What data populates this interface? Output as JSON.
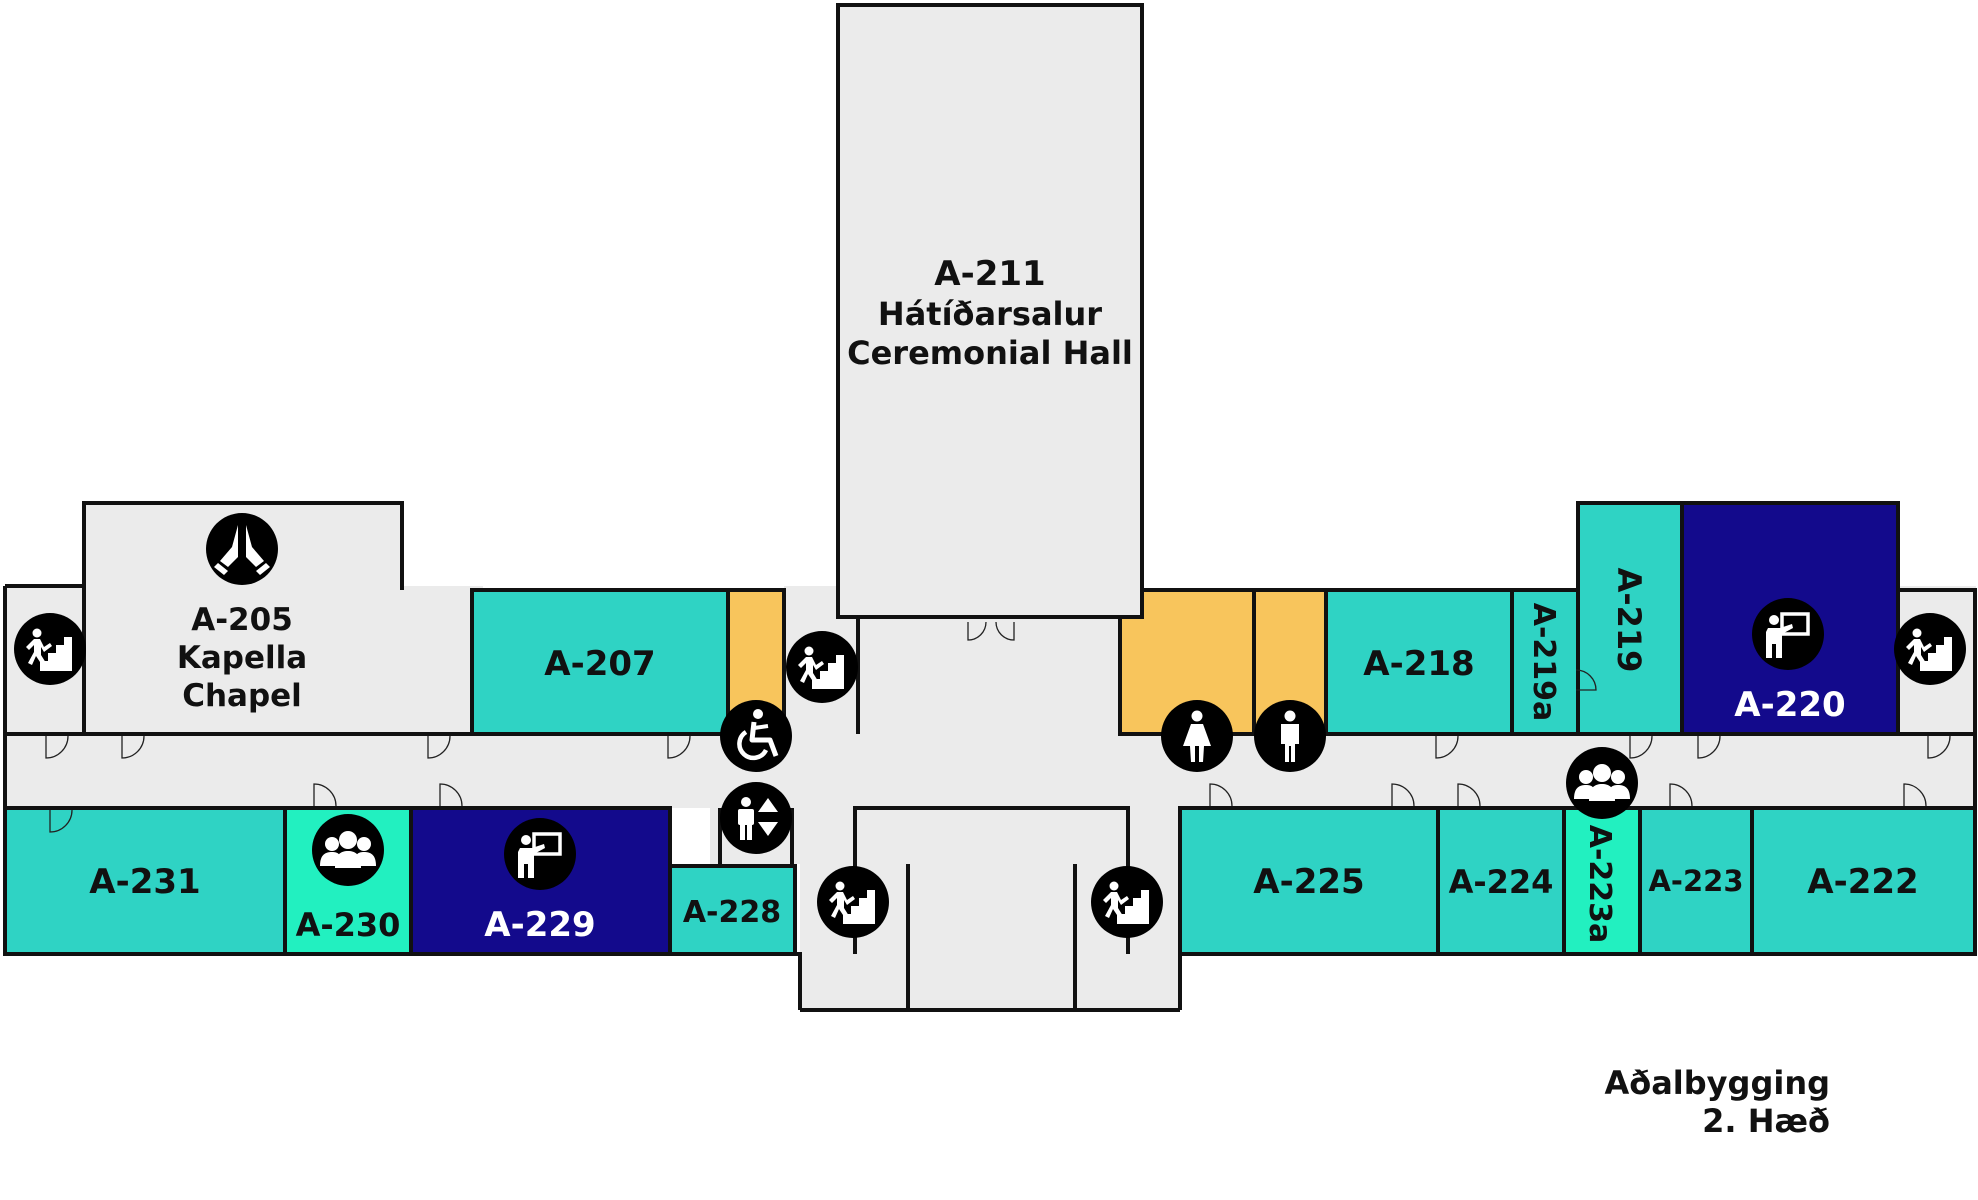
{
  "colors": {
    "corridor": "#ebebeb",
    "room_teal": "#2fd3c4",
    "room_teal_bright": "#22f0c0",
    "room_navy": "#130a8c",
    "service_yellow": "#f8c55c",
    "outline": "#111111"
  },
  "rooms": {
    "a211": {
      "id": "A-211",
      "name_is": "Hátíðarsalur",
      "name_en": "Ceremonial Hall"
    },
    "a205": {
      "id": "A-205",
      "name_is": "Kapella",
      "name_en": "Chapel"
    },
    "a207": {
      "id": "A-207"
    },
    "a218": {
      "id": "A-218"
    },
    "a219a": {
      "id": "A-219a"
    },
    "a219": {
      "id": "A-219"
    },
    "a220": {
      "id": "A-220"
    },
    "a231": {
      "id": "A-231"
    },
    "a230": {
      "id": "A-230"
    },
    "a229": {
      "id": "A-229"
    },
    "a228": {
      "id": "A-228"
    },
    "a225": {
      "id": "A-225"
    },
    "a224": {
      "id": "A-224"
    },
    "a223a": {
      "id": "A-223a"
    },
    "a223": {
      "id": "A-223"
    },
    "a222": {
      "id": "A-222"
    }
  },
  "icons": {
    "chapel": "praying-hands-icon",
    "stairs": "stairs-icon",
    "accessible": "wheelchair-icon",
    "elevator": "elevator-icon",
    "women": "womens-restroom-icon",
    "men": "mens-restroom-icon",
    "group": "group-study-icon",
    "teaching": "teaching-room-icon"
  },
  "caption": {
    "building": "Aðalbygging",
    "floor": "2. Hæð"
  }
}
